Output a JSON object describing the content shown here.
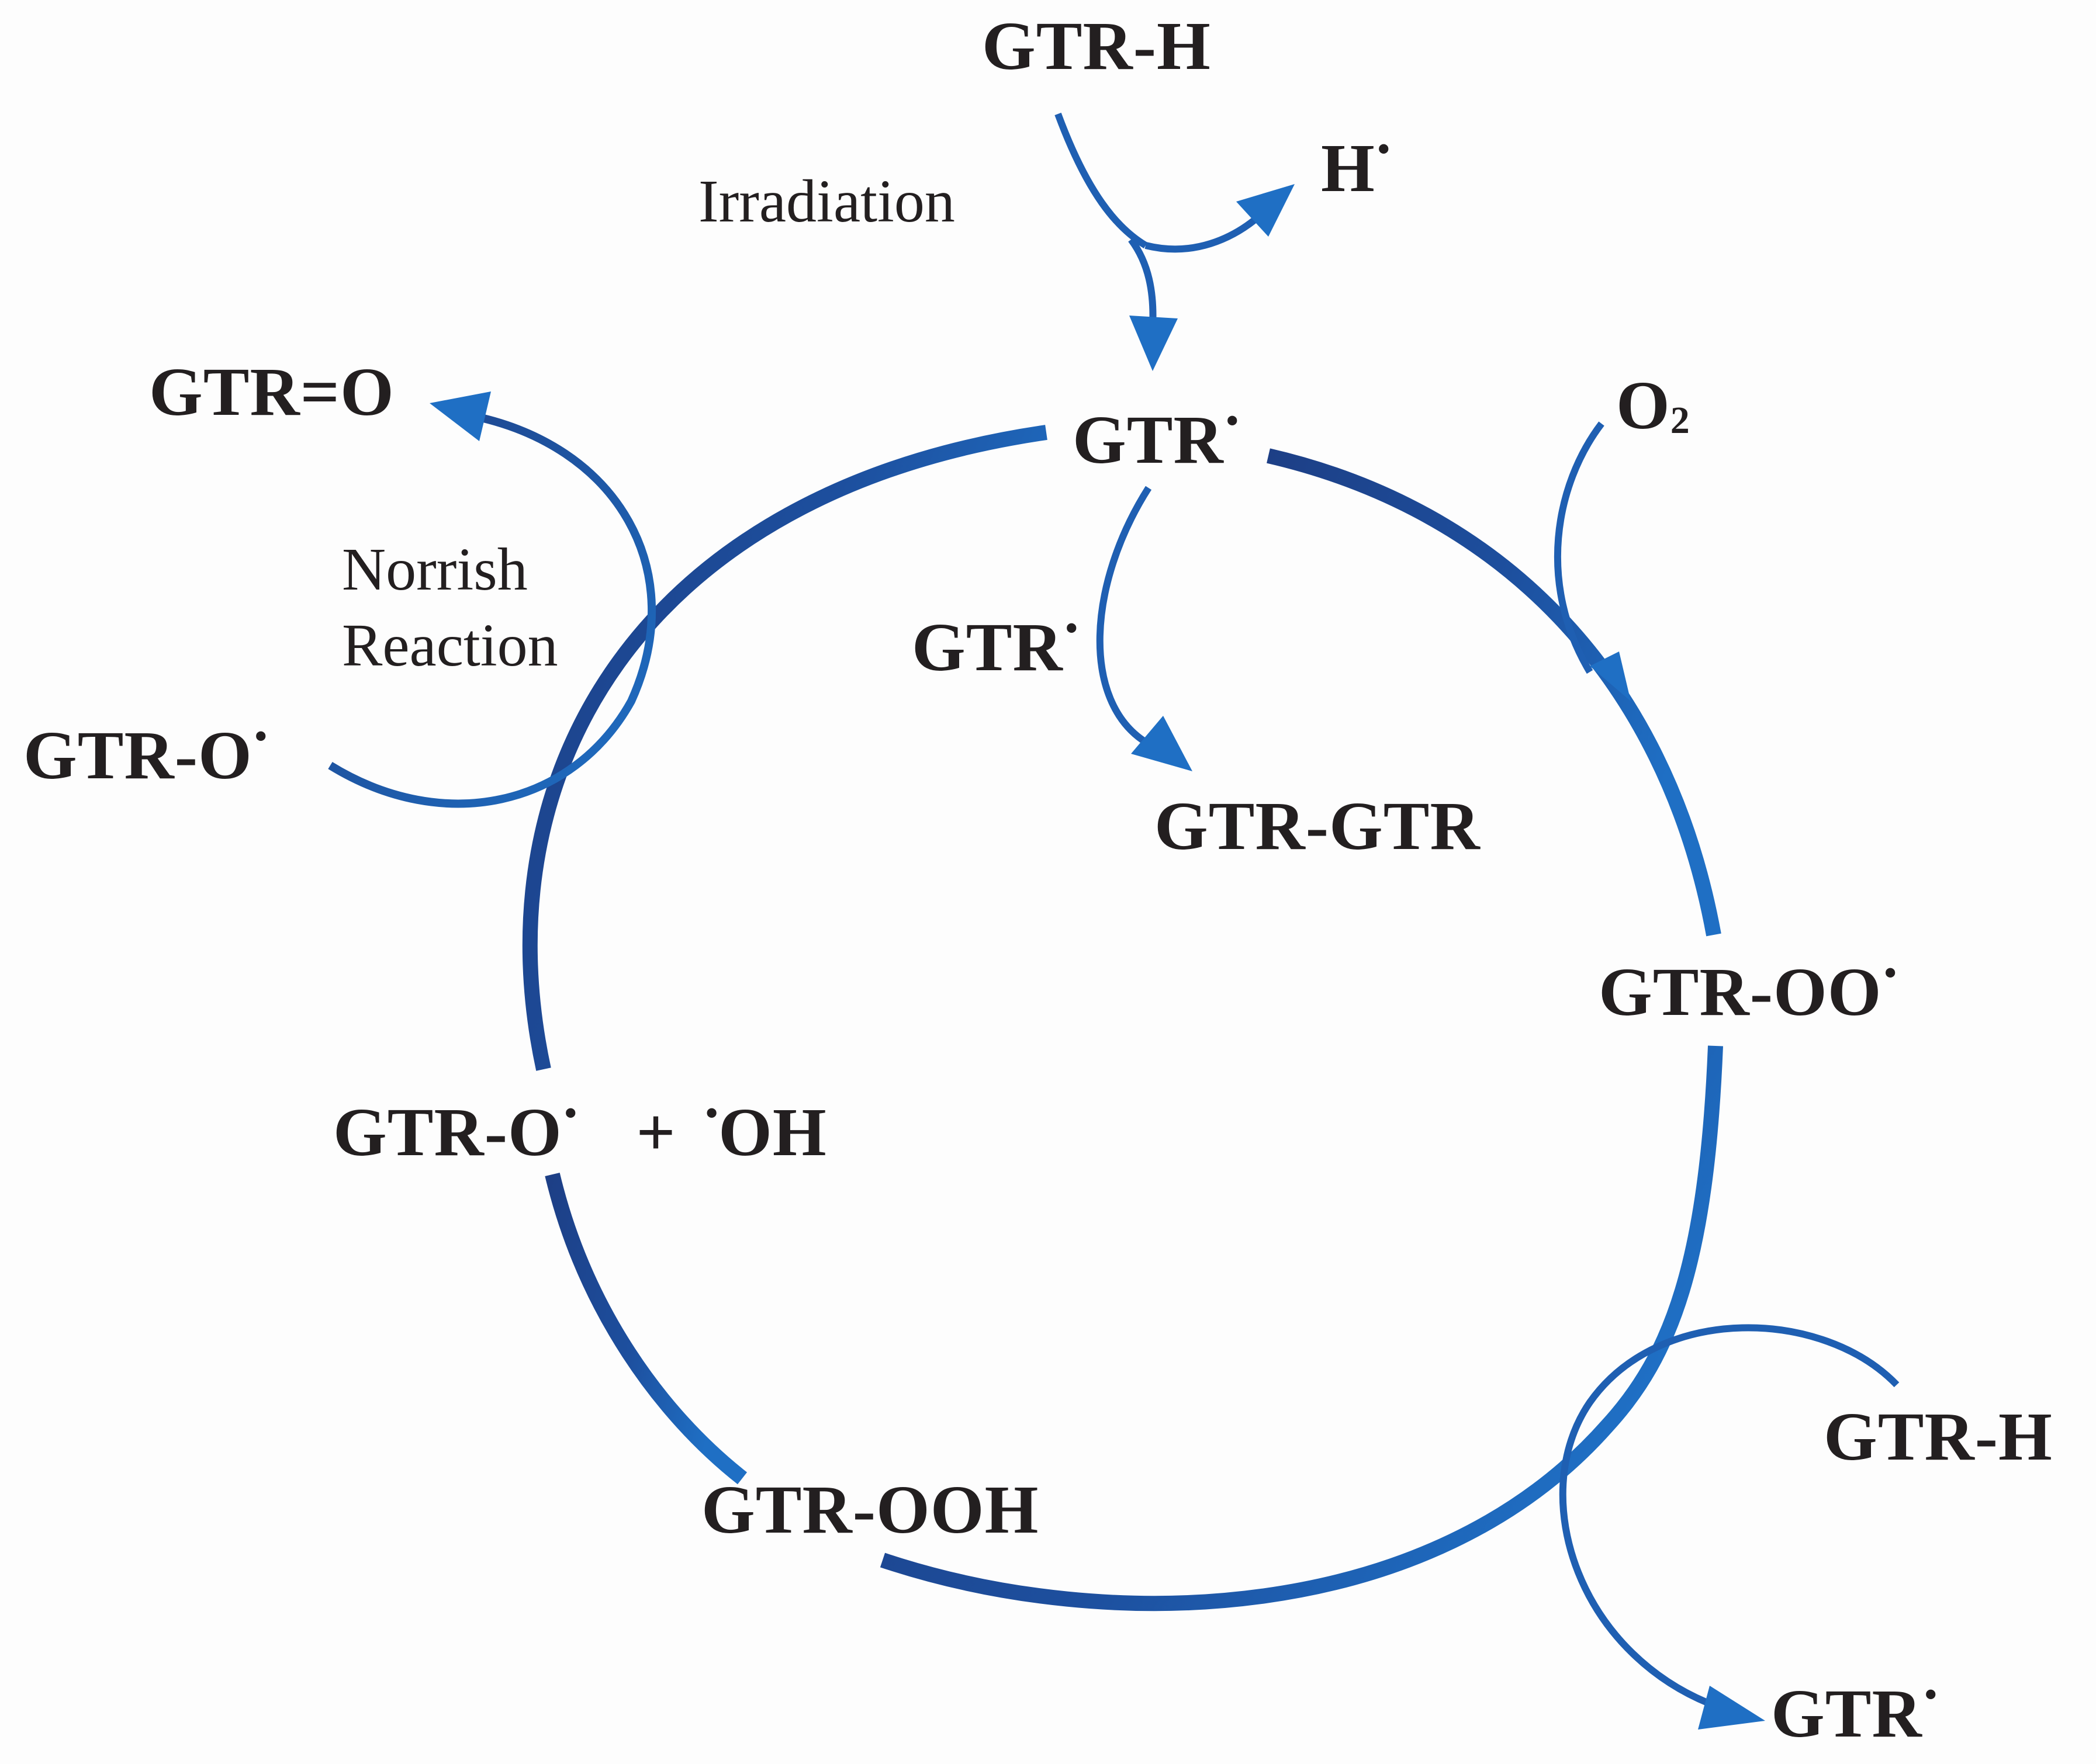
{
  "diagram": {
    "species": {
      "gtr_h_top": "GTR-H",
      "h_radical": "H",
      "gtr_radical_top": "GTR",
      "o2": "O",
      "o2_subscript": "2",
      "gtr_radical_middle": "GTR",
      "gtr_gtr": "GTR-GTR",
      "gtr_eq_o": "GTR=O",
      "gtr_o_radical_left": "GTR-O",
      "gtr_oo_radical": "GTR-OO",
      "gtr_o_radical_plus_oh": "GTR-O",
      "plus_sign": "+",
      "oh": "OH",
      "gtr_ooh": "GTR-OOH",
      "gtr_h_bottom": "GTR-H",
      "gtr_radical_bottom": "GTR"
    },
    "radical_dot": "•",
    "annotations": {
      "irradiation": "Irradiation",
      "norrish_line1": "Norrish",
      "norrish_line2": "Reaction"
    },
    "colors": {
      "arrow_dark": "#1d3f86",
      "arrow_light": "#1f6fc4",
      "text": "#231f20"
    }
  }
}
